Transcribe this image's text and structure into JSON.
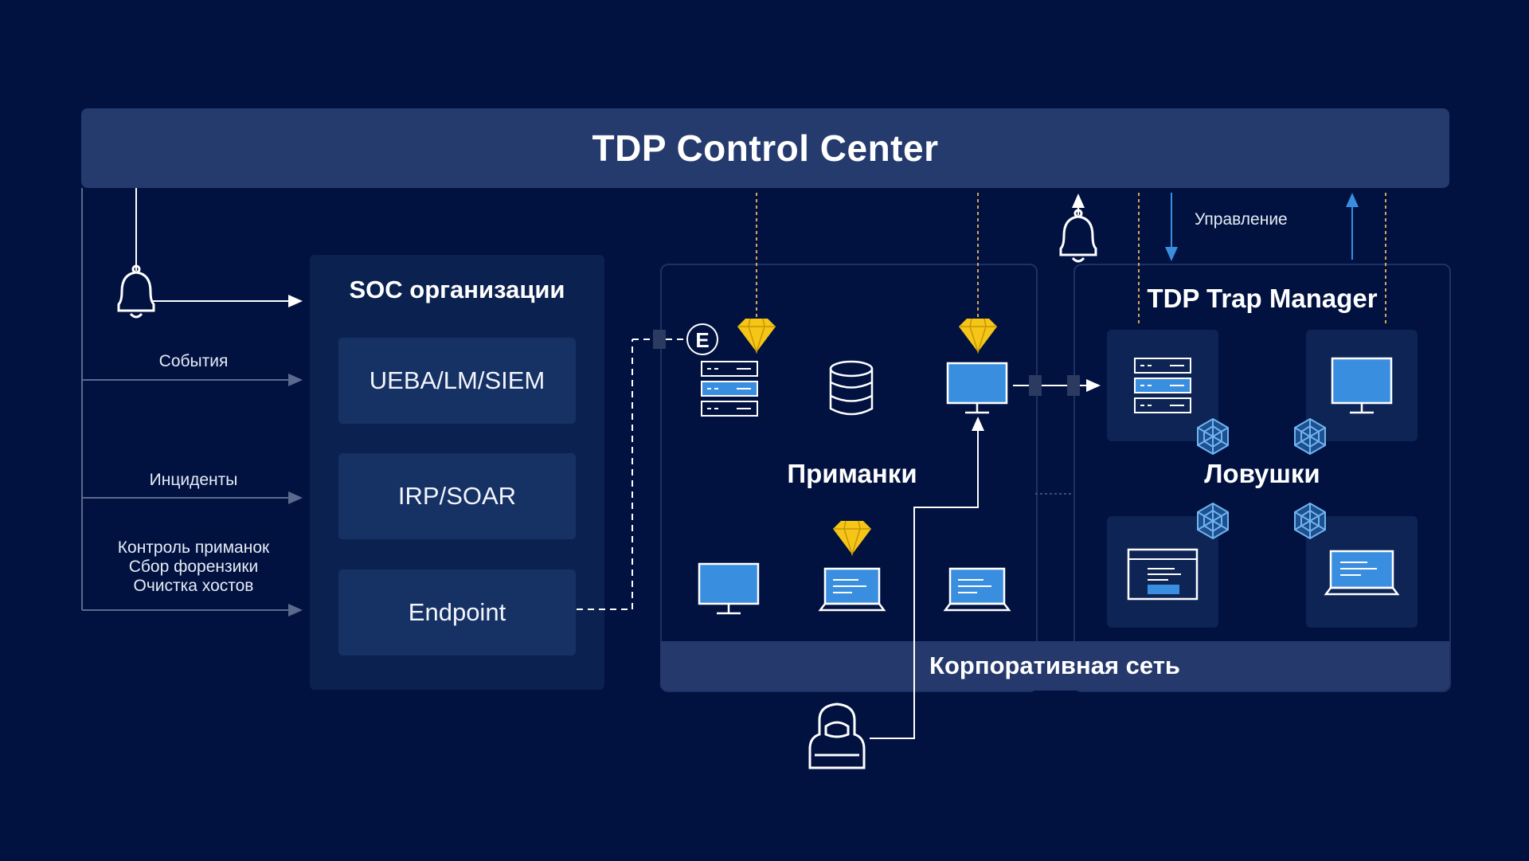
{
  "header": {
    "title": "TDP Control Center"
  },
  "flows": {
    "events": "События",
    "incidents": "Инциденты",
    "actions": [
      "Контроль приманок",
      "Сбор форензики",
      "Очистка хостов"
    ]
  },
  "soc": {
    "title": "SOC организации",
    "items": [
      "UEBA/LM/SIEM",
      "IRP/SOAR",
      "Endpoint"
    ]
  },
  "decoys": {
    "title": "Приманки",
    "agent_badge": "E"
  },
  "traps": {
    "title": "Ловушки",
    "manager_title": "TDP Trap Manager",
    "control_label": "Управление"
  },
  "network": {
    "label": "Корпоративная сеть"
  },
  "icons": [
    "bell-icon",
    "server-icon",
    "database-icon",
    "monitor-icon",
    "laptop-icon",
    "diamond-icon",
    "web-trap-icon",
    "hacker-icon",
    "window-icon"
  ],
  "colors": {
    "background": "#011240",
    "panel": "#0b2150",
    "header": "#253b6e",
    "accent_blue": "#3a8ee0",
    "gold": "#f5c518",
    "dash_orange": "#d9a35a"
  }
}
